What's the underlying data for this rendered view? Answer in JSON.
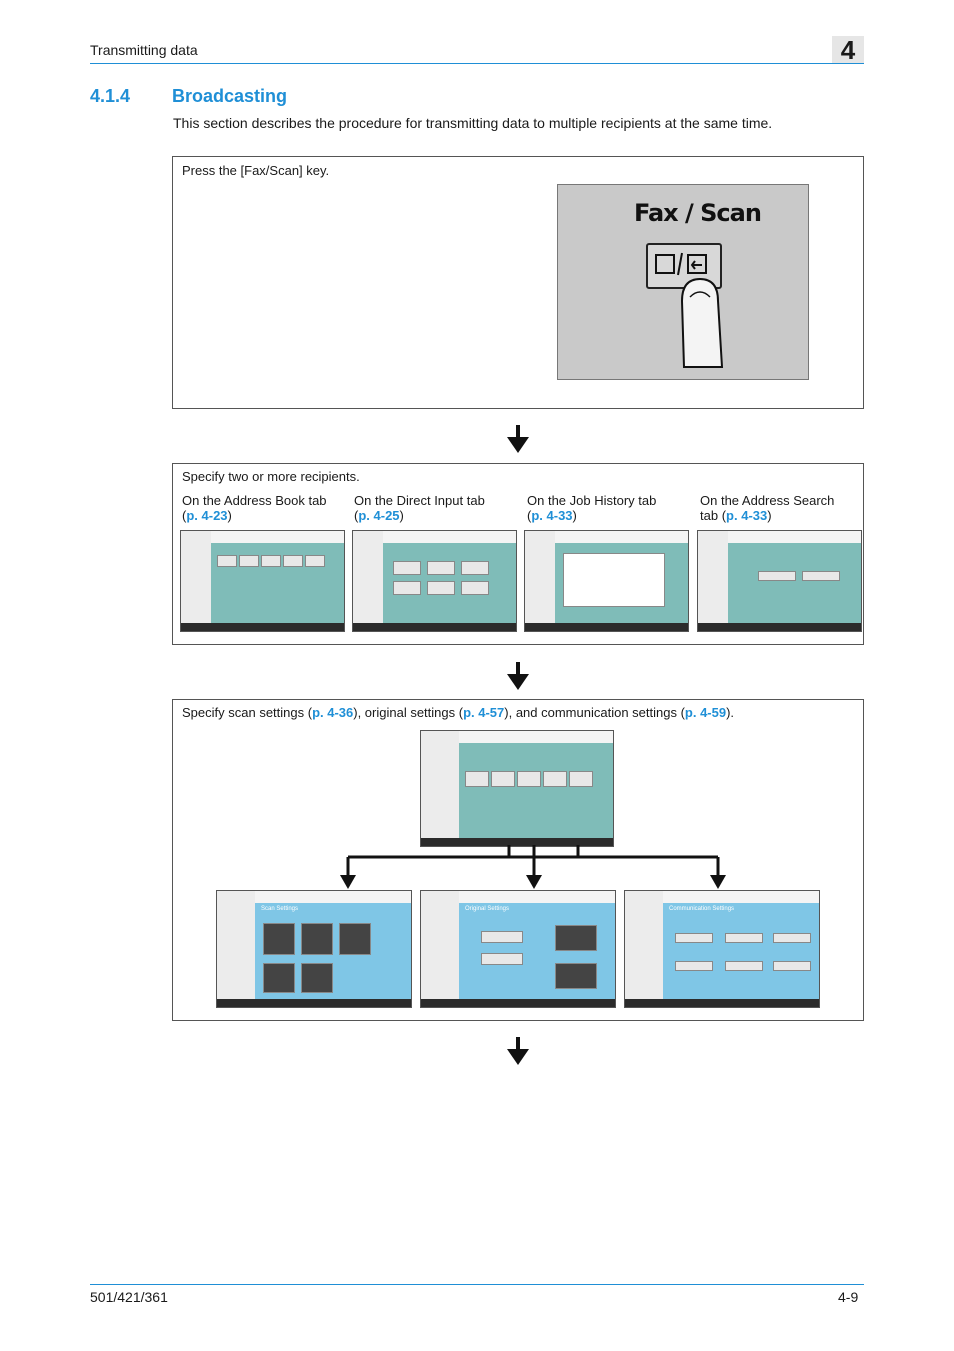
{
  "header": {
    "title": "Transmitting data",
    "chapter": "4"
  },
  "section": {
    "number": "4.1.4",
    "title": "Broadcasting",
    "intro": "This section describes the procedure for transmitting data to multiple recipients at the same time."
  },
  "step1": {
    "text": "Press the [Fax/Scan] key.",
    "key_label": "Fax / Scan"
  },
  "step2": {
    "text": "Specify two or more recipients.",
    "tabs": [
      {
        "prefix": "On the Address Book tab",
        "open": "(",
        "link": "p. 4-23",
        "close": ")"
      },
      {
        "prefix": "On the Direct Input tab",
        "open": "(",
        "link": "p. 4-25",
        "close": ")"
      },
      {
        "prefix": "On the Job History tab",
        "open": "(",
        "link": "p. 4-33",
        "close": ")"
      },
      {
        "prefix": "On the Address Search tab",
        "open": "(",
        "link": "p. 4-33",
        "close": ")"
      }
    ]
  },
  "step3": {
    "t1": "Specify scan settings (",
    "l1": "p. 4-36",
    "t2": "), original settings (",
    "l2": "p. 4-57",
    "t3": "), and communication settings (",
    "l3": "p. 4-59",
    "t4": ")."
  },
  "screens": {
    "scan_settings": "Scan Settings",
    "original_settings": "Original Settings",
    "communication_settings": "Communication Settings"
  },
  "footer": {
    "model": "501/421/361",
    "page": "4-9"
  },
  "colors": {
    "accent": "#1f8fd6"
  }
}
